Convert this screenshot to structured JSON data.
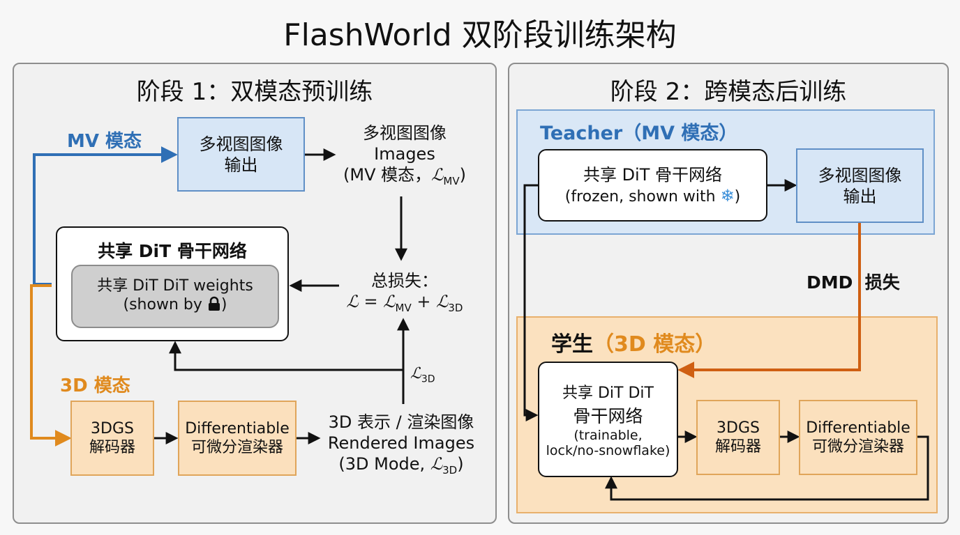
{
  "title": "FlashWorld 双阶段训练架构",
  "colors": {
    "blue": "#2f6fb5",
    "orange": "#e08a1e",
    "dark_orange": "#cf5f12",
    "black": "#111111"
  },
  "stage1": {
    "title": "阶段 1：双模态预训练",
    "mv_mode_label": "MV 模态",
    "mv_output_box": {
      "line1": "多视图图像",
      "line2": "输出"
    },
    "mv_output_text": {
      "line1": "多视图图像",
      "line2": "Images",
      "line3_pre": "(MV 模态，",
      "line3_sym": "ℒ",
      "line3_sub": "MV",
      "line3_post": ")"
    },
    "shared_backbone": {
      "title": "共享 DiT 骨干网络",
      "inner_line1": "共享 DiT DiT weights",
      "inner_line2_pre": "(shown by ",
      "inner_line2_post": ")",
      "icon": "lock-icon"
    },
    "total_loss": {
      "label": "总损失：",
      "formula": {
        "lhs": "ℒ",
        "eq": " = ",
        "t1": "ℒ",
        "t1_sub": "MV",
        "plus": " + ",
        "t2": "ℒ",
        "t2_sub": "3D"
      }
    },
    "loss_3d_label": {
      "sym": "ℒ",
      "sub": "3D"
    },
    "three_d_mode_label": "3D 模态",
    "decoder_box": {
      "line1": "3DGS",
      "line2": "解码器"
    },
    "renderer_box": {
      "line1": "Differentiable",
      "line2": "可微分渲染器"
    },
    "render_text": {
      "line1": "3D 表示 / 渲染图像",
      "line2": "Rendered Images",
      "line3_pre": "(3D Mode, ",
      "line3_sym": "ℒ",
      "line3_sub": "3D",
      "line3_post": ")"
    }
  },
  "stage2": {
    "title": "阶段 2：跨模态后训练",
    "teacher_label": "Teacher（MV 模态）",
    "teacher_backbone": {
      "line1": "共享 DiT 骨干网络",
      "line2_pre": "(frozen, shown with ",
      "line2_post": ")",
      "icon": "snowflake-icon"
    },
    "teacher_output": {
      "line1": "多视图图像",
      "line2": "输出"
    },
    "dmd_label": "DMD  损失",
    "student_label_main": "学生",
    "student_label_mode": "（3D 模态）",
    "student_backbone": {
      "line1": "共享 DiT DiT",
      "line2": "骨干网络",
      "line3": "(trainable,",
      "line4": "lock/no-snowflake)"
    },
    "decoder_box": {
      "line1": "3DGS",
      "line2": "解码器"
    },
    "renderer_box": {
      "line1": "Differentiable",
      "line2": "可微分渲染器"
    }
  }
}
